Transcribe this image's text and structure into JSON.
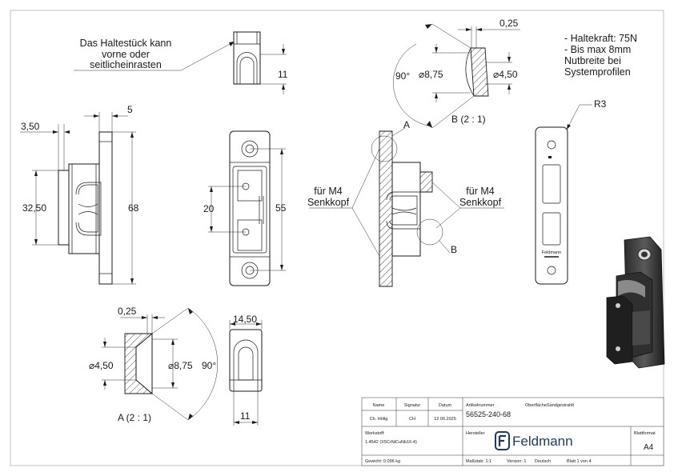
{
  "notes": {
    "haltestueck": [
      "Das Haltestück kann",
      "vorne oder",
      "seitlicheinrasten"
    ],
    "specs": [
      "- Haltekraft: 75N",
      "- Bis max 8mm",
      "Nutbreite bei",
      "Systemprofilen"
    ],
    "radius": "R3",
    "screw_left": [
      "für M4",
      "Senkkopf"
    ],
    "screw_right": [
      "für M4",
      "Senkkopf"
    ]
  },
  "dimensions": {
    "top_height": "11",
    "side_3_50": "3,50",
    "side_5": "5",
    "side_32_50": "32,50",
    "side_68": "68",
    "front_20": "20",
    "front_55": "55",
    "detB_0_25": "0,25",
    "detB_angle": "90°",
    "detB_8_75": "⌀8,75",
    "detB_4_50": "⌀4,50",
    "detA_0_25": "0,25",
    "detA_4_50": "⌀4,50",
    "detA_8_75": "⌀8,75",
    "detA_angle": "90°",
    "bottom_14_50": "14,50",
    "bottom_11": "11"
  },
  "labels": {
    "section_a": "A",
    "section_b": "B",
    "detail_b": "B (2 : 1)",
    "detail_a": "A (2 : 1)",
    "plate_brand": "Feldmann"
  },
  "title_block": {
    "hdr_name": "Name",
    "hdr_signatur": "Signatur",
    "hdr_datum": "Datum",
    "drawn_name": "Ch. Hölig",
    "drawn_sig": "CH",
    "drawn_date": "12.06.2025",
    "artikel_label": "Artikelnummer",
    "artikel_value": "56525-240-68",
    "surface_label": "Oberfläche:",
    "surface_value": "Sandgestrahlt",
    "werkstoff_label": "Werkstoff:",
    "werkstoff_value": "1.4542 (X5CrNiCuNb16-4)",
    "hersteller_label": "Hersteller",
    "logo_text": "Feldmann",
    "blattformat_label": "Blattformat",
    "blattformat_value": "A4",
    "gewicht": "Gewicht: 0.096 kg",
    "massstab": "Maßstab: 1:1",
    "version": "Version: 1",
    "sprache": "Deutsch",
    "blatt": "Blatt 1 von 4"
  }
}
